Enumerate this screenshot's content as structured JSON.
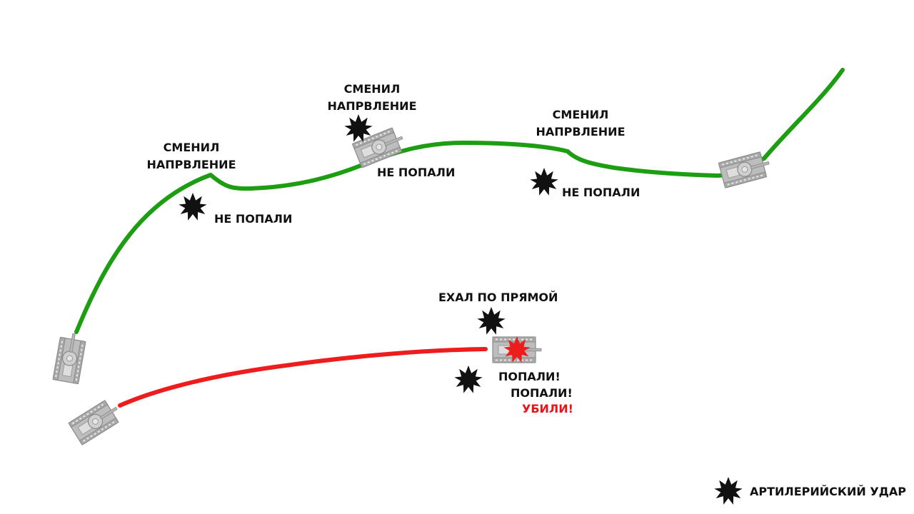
{
  "colors": {
    "safe_path": "#1c9d12",
    "killed_path": "#ee1d1d",
    "strike": "#111111",
    "hit_strike": "#ee1d1d",
    "text": "#111111",
    "killed_text": "#e8141a"
  },
  "labels": {
    "turn1_l1": "СМЕНИЛ",
    "turn1_l2": "НАПРВЛЕНИЕ",
    "turn2_l1": "СМЕНИЛ",
    "turn2_l2": "НАПРВЛЕНИЕ",
    "turn3_l1": "СМЕНИЛ",
    "turn3_l2": "НАПРВЛЕНИЕ",
    "miss1": "НЕ ПОПАЛИ",
    "miss2": "НЕ ПОПАЛИ",
    "miss3": "НЕ ПОПАЛИ",
    "straight": "ЕХАЛ ПО ПРЯМОЙ",
    "hit1": "ПОПАЛИ!",
    "hit2": "ПОПАЛИ!",
    "killed": "УБИЛИ!"
  },
  "legend": {
    "icon": "explosion-icon",
    "label": "АРТИЛЕРИЙСКИЙ УДАР"
  }
}
